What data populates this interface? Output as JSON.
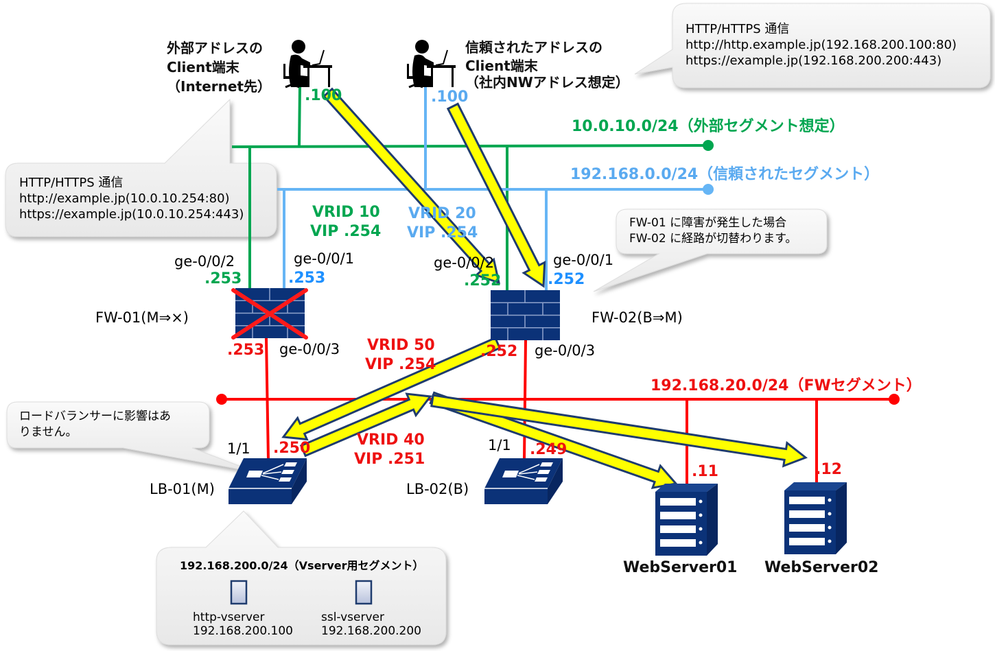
{
  "colors": {
    "external_segment": "#00a650",
    "trusted_segment": "#66b5f5",
    "fw_segment": "#ff0000",
    "device": "#0b3278",
    "arrow_fill": "#ffff00",
    "arrow_stroke": "#1f3c6e",
    "callout_bg": "#f4f4f4"
  },
  "clients": {
    "external": {
      "line1": "外部アドレスの",
      "line2": "Client端末",
      "line3": "（Internet先）",
      "ip": ".100",
      "icon": "person-at-desk-icon"
    },
    "trusted": {
      "line1": "信頼されたアドレスの",
      "line2": "Client端末",
      "line3": "（社内NWアドレス想定）",
      "ip": ".100",
      "icon": "person-at-desk-icon"
    }
  },
  "callouts": {
    "trusted_http": {
      "line1": "HTTP/HTTPS 通信",
      "line2": "http://http.example.jp(192.168.200.100:80)",
      "line3": "https://example.jp(192.168.200.200:443)"
    },
    "external_http": {
      "line1": "HTTP/HTTPS 通信",
      "line2": "http://example.jp(10.0.10.254:80)",
      "line3": "https://example.jp(10.0.10.254:443)"
    },
    "failover": {
      "line1": "FW-01 に障害が発生した場合",
      "line2": "FW-02 に経路が切替わります。"
    },
    "lb_note": {
      "line1": "ロードバランサーに影響はあ",
      "line2": "りません。"
    },
    "vserver": {
      "title": "192.168.200.0/24（Vserver用セグメント）",
      "servers": [
        {
          "name": "http-vserver",
          "ip": "192.168.200.100"
        },
        {
          "name": "ssl-vserver",
          "ip": "192.168.200.200"
        }
      ]
    }
  },
  "segments": {
    "external": "10.0.10.0/24（外部セグメント想定）",
    "trusted": "192.168.0.0/24（信頼されたセグメント）",
    "fw": "192.168.20.0/24（FWセグメント）"
  },
  "vrrp": {
    "vrid10": {
      "id": "VRID 10",
      "vip": "VIP .254"
    },
    "vrid20": {
      "id": "VRID 20",
      "vip": "VIP .254"
    },
    "vrid50": {
      "id": "VRID 50",
      "vip": "VIP .254"
    },
    "vrid40": {
      "id": "VRID 40",
      "vip": "VIP .251"
    }
  },
  "fw01": {
    "name": "FW-01(M⇒×)",
    "status": "failed",
    "if_ext": "ge-0/0/2",
    "ip_ext": ".253",
    "if_trust": "ge-0/0/1",
    "ip_trust": ".253",
    "if_fw": "ge-0/0/3",
    "ip_fw": ".253"
  },
  "fw02": {
    "name": "FW-02(B⇒M)",
    "if_ext": "ge-0/0/2",
    "ip_ext": ".252",
    "if_trust": "ge-0/0/1",
    "ip_trust": ".252",
    "if_fw": "ge-0/0/3",
    "ip_fw": ".252"
  },
  "lb01": {
    "name": "LB-01(M)",
    "port": "1/1",
    "ip": ".250"
  },
  "lb02": {
    "name": "LB-02(B)",
    "port": "1/1",
    "ip": ".249"
  },
  "servers": [
    {
      "name": "WebServer01",
      "ip": ".11"
    },
    {
      "name": "WebServer02",
      "ip": ".12"
    }
  ]
}
